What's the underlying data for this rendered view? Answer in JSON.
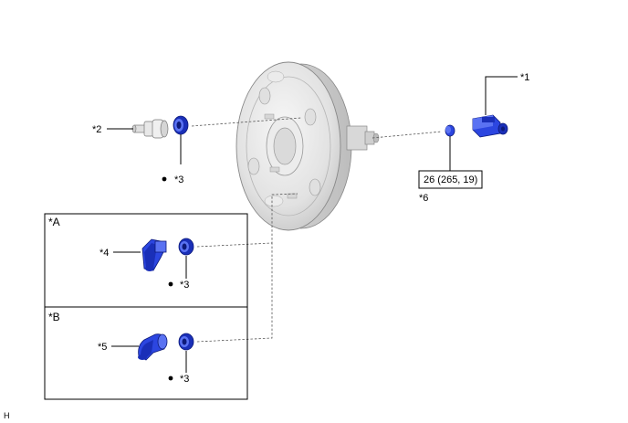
{
  "labels": {
    "p1": "*1",
    "p2": "*2",
    "p3a": "*3",
    "p3b": "*3",
    "p3c": "*3",
    "p4": "*4",
    "p5": "*5",
    "p6": "*6",
    "panelA": "*A",
    "panelB": "*B",
    "torque": "26 (265, 19)",
    "corner": "H"
  },
  "colors": {
    "part_blue": "#2c46e0",
    "part_blue_dark": "#1a2fb8",
    "booster_gray": "#e6e6e6",
    "line": "#000000"
  },
  "icons": {
    "dot": "bullet-dot-icon"
  }
}
